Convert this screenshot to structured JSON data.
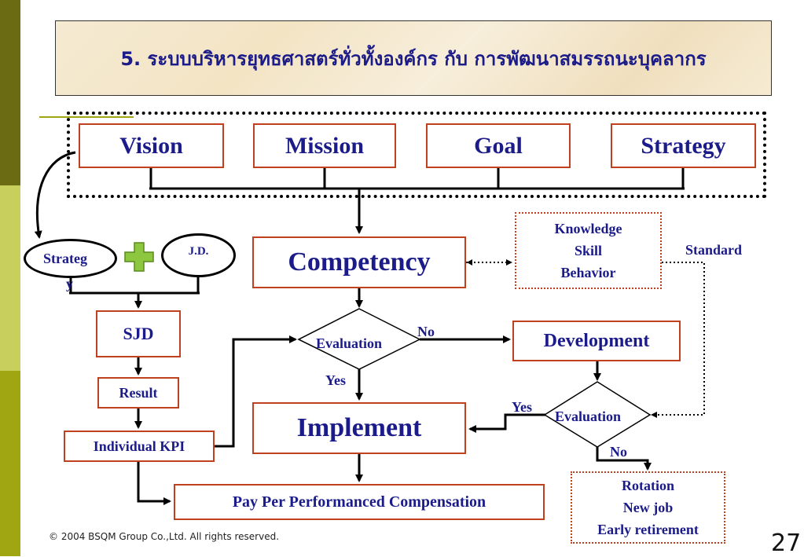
{
  "title": "5. ระบบบริหารยุทธศาสตร์ทั่วทั้งองค์กร  กับ  การพัฒนาสมรรถนะบุคลากร",
  "top_boxes": {
    "vision": "Vision",
    "mission": "Mission",
    "goal": "Goal",
    "strategy": "Strategy"
  },
  "left_flow": {
    "strategy_oval": "Strateg",
    "strategy_oval_overflow": "y",
    "jd_oval": "J.D.",
    "sjd": "SJD",
    "result": "Result",
    "kpi": "Individual  KPI"
  },
  "center_flow": {
    "competency": "Competency",
    "evaluation": "Evaluation",
    "yes": "Yes",
    "no": "No",
    "implement": "Implement",
    "pay": "Pay  Per  Performanced  Compensation"
  },
  "right_flow": {
    "ksb": [
      "Knowledge",
      "Skill",
      "Behavior"
    ],
    "standard": "Standard",
    "development": "Development",
    "evaluation": "Evaluation",
    "yes": "Yes",
    "no": "No",
    "outcomes": [
      "Rotation",
      "New job",
      "Early  retirement"
    ]
  },
  "footer": "© 2004 BSQM Group Co.,Ltd.  All  rights  reserved.",
  "page_number": "27",
  "colors": {
    "text": "#1b1b8a",
    "box_border": "#c0411f",
    "plus": "#8dc63f",
    "sidebar_dark": "#6b6b13",
    "sidebar_light": "#c9cf5c",
    "sidebar_mid": "#a0a512"
  }
}
